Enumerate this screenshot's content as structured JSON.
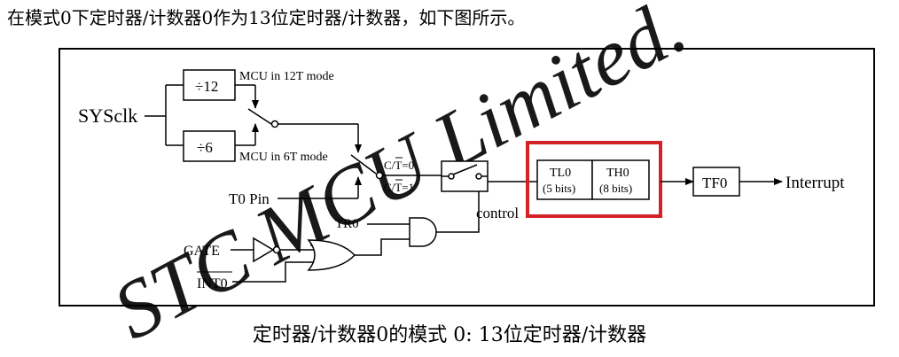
{
  "intro_text": "在模式0下定时器/计数器0作为13位定时器/计数器，如下图所示。",
  "caption": "定时器/计数器0的模式 0: 13位定时器/计数器",
  "watermark": "STC MCU Limited.",
  "colors": {
    "highlight": "#d42027",
    "watermark": "#bfe6bf",
    "line": "#000000"
  },
  "labels": {
    "sysclk": "SYSclk",
    "div12": "÷12",
    "div6": "÷6",
    "mode12t": "MCU in 12T mode",
    "mode6t": "MCU in 6T mode",
    "ct_c": "C/",
    "ct_t": "T",
    "ct_zero": "=0",
    "ct_one": "=1",
    "t0pin": "T0 Pin",
    "control": "control",
    "tl0": "TL0",
    "tl0_bits": "(5 bits)",
    "th0": "TH0",
    "th0_bits": "(8 bits)",
    "tf0": "TF0",
    "interrupt": "Interrupt",
    "tr0": "TR0",
    "gate": "GATE",
    "int0": "INT0"
  }
}
